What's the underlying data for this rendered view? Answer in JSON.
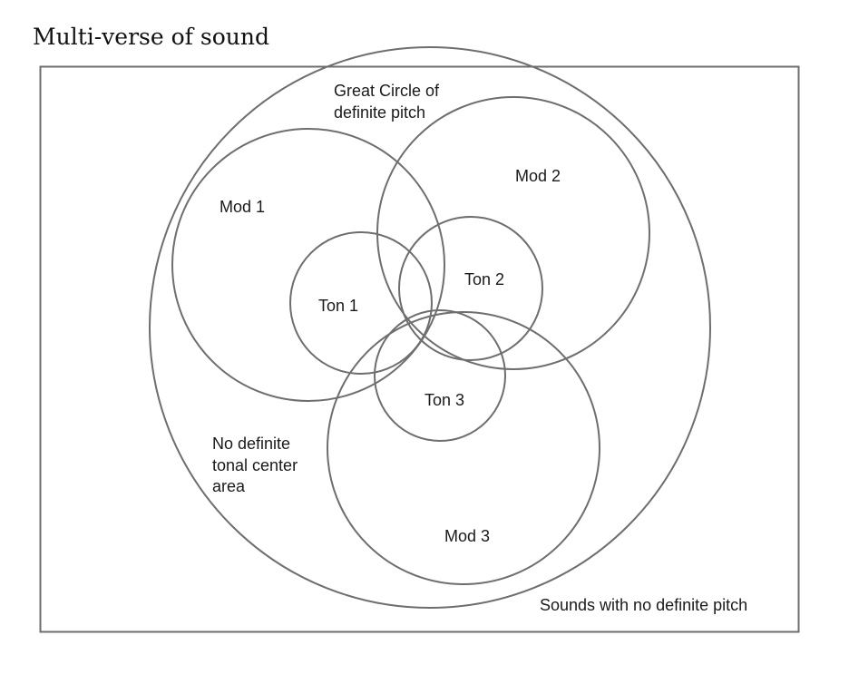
{
  "title": "Multi-verse of sound",
  "outer_region": {
    "label": "Sounds with no definite pitch"
  },
  "great_circle": {
    "label_lines": [
      "Great Circle of",
      "definite pitch"
    ]
  },
  "no_center_area": {
    "label_lines": [
      "No definite",
      "tonal center",
      "area"
    ]
  },
  "modulation_circles": [
    {
      "label": "Mod 1"
    },
    {
      "label": "Mod 2"
    },
    {
      "label": "Mod 3"
    }
  ],
  "tonal_circles": [
    {
      "label": "Ton 1"
    },
    {
      "label": "Ton 2"
    },
    {
      "label": "Ton 3"
    }
  ],
  "colors": {
    "stroke": "#6e6e6e",
    "text": "#1a1a1a",
    "background": "#ffffff"
  }
}
